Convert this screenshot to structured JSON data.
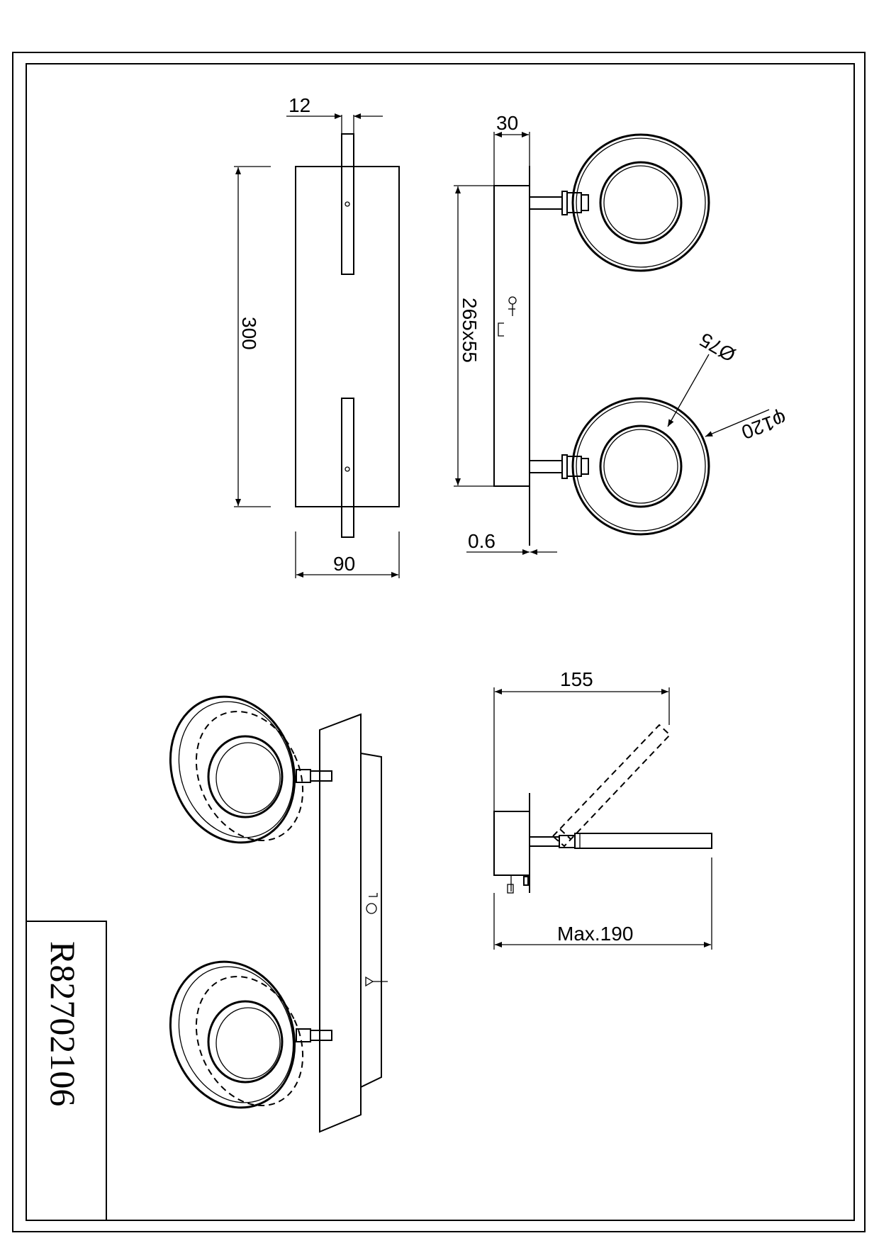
{
  "product_code": "R82702106",
  "dimensions": {
    "width_top": "12",
    "height": "300",
    "width": "90",
    "depth": "30",
    "canopy": "265x55",
    "thickness": "0.6",
    "inner_diameter": "Ø75",
    "outer_diameter": "φ120",
    "arm_length": "155",
    "max_length": "Max.190"
  }
}
